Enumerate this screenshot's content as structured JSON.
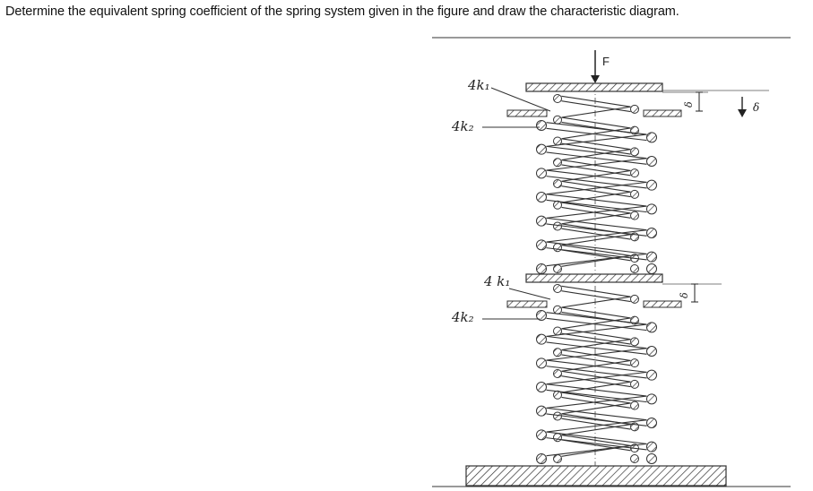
{
  "question": {
    "text": "Determine the equivalent spring coefficient of the spring system given in the figure and draw the characteristic diagram."
  },
  "figure": {
    "force_label": "F",
    "displacement_label": "δ",
    "gap_label_upper": "δ",
    "gap_label_lower": "δ",
    "labels": {
      "top_inner_spring": "4k₁",
      "top_outer_spring": "4k₂",
      "bottom_inner_spring": "4 k₁",
      "bottom_outer_spring": "4k₂"
    }
  }
}
